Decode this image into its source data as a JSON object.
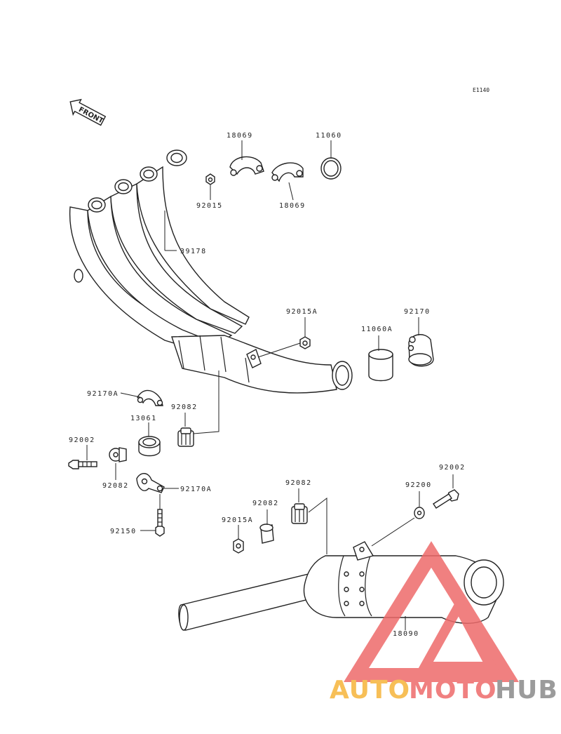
{
  "diagram_code": "E1140",
  "front_arrow_label": "FRONT",
  "callouts": {
    "c18069_top": "18069",
    "c11060": "11060",
    "c92015": "92015",
    "c18069_bottom": "18069",
    "c39178": "39178",
    "c92015A_top": "92015A",
    "c92170_right": "92170",
    "c11060A": "11060A",
    "c92170A_left": "92170A",
    "c92082_mid": "92082",
    "c13061": "13061",
    "c92002_left": "92002",
    "c92082_left": "92082",
    "c92170A_bottom": "92170A",
    "c92150": "92150",
    "c92082_muffler": "92082",
    "c92082_lower": "92082",
    "c92015A_lower": "92015A",
    "c92002_right": "92002",
    "c92200": "92200",
    "c18090": "18090"
  },
  "watermark": {
    "auto": "AUTO",
    "moto": "MOTO",
    "hub": "HUB",
    "colors": {
      "red": "#ee6a6a",
      "orange": "#f6b43a",
      "gray": "#8a8a8a"
    }
  }
}
